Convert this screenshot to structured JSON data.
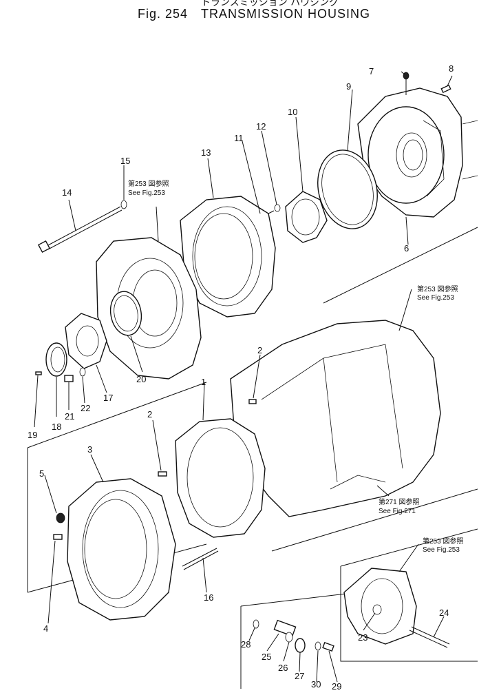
{
  "header": {
    "japanese_title": "トランスミッション ハウジング",
    "figure_label": "Fig. 254",
    "title": "TRANSMISSION HOUSING"
  },
  "references": [
    {
      "jp": "第253 図参照",
      "en": "See Fig.253"
    },
    {
      "jp": "第253 図参照",
      "en": "See Fig.253"
    },
    {
      "jp": "第271 図参照",
      "en": "See Fig.271"
    },
    {
      "jp": "第253 図参照",
      "en": "See Fig.253"
    }
  ],
  "callouts": [
    "1",
    "2",
    "2",
    "3",
    "4",
    "5",
    "6",
    "7",
    "8",
    "9",
    "10",
    "11",
    "12",
    "13",
    "14",
    "15",
    "16",
    "17",
    "18",
    "19",
    "20",
    "21",
    "22",
    "23",
    "24",
    "25",
    "26",
    "27",
    "28",
    "29",
    "30"
  ],
  "colors": {
    "ink": "#111111",
    "paper": "#ffffff"
  }
}
